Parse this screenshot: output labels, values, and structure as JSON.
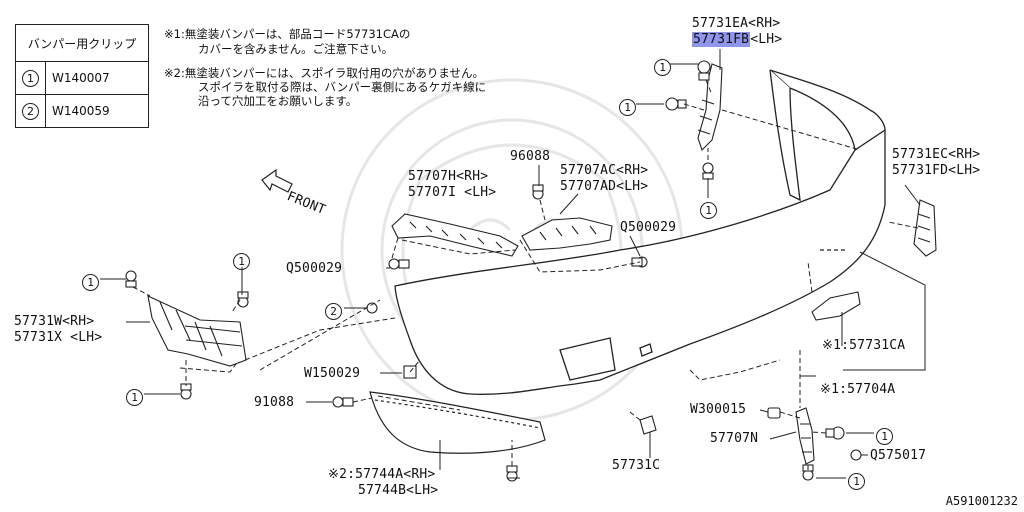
{
  "clip_table": {
    "header": "バンパー用クリップ",
    "rows": [
      {
        "num": "1",
        "code": "W140007"
      },
      {
        "num": "2",
        "code": "W140059"
      }
    ]
  },
  "notes": {
    "n1_line1": "※1:無塗装バンパーは、部品コード57731CAの",
    "n1_line2": "カバーを含みません。ご注意下さい。",
    "n2_line1": "※2:無塗装バンパーには、スポイラ取付用の穴がありません。",
    "n2_line2": "スポイラを取付る際は、バンパー裏側にあるケガキ線に",
    "n2_line3": "沿って穴加工をお願いします。"
  },
  "front_label": "FRONT",
  "callout": "1",
  "callout_2": "2",
  "parts": {
    "p57731EA": "57731EA<RH>",
    "p57731FB": "57731FB",
    "p57731FB_suffix": "<LH>",
    "p57731EC": "57731EC<RH>",
    "p57731FD": "57731FD<LH>",
    "p57707H": "57707H<RH>",
    "p57707I": "57707I <LH>",
    "p96088": "96088",
    "p57707AC": "57707AC<RH>",
    "p57707AD": "57707AD<LH>",
    "pQ500029_right": "Q500029",
    "pQ500029_left": "Q500029",
    "p57731W": "57731W<RH>",
    "p57731X": "57731X <LH>",
    "p57731CA": "※1:57731CA",
    "p57704A": "※1:57704A",
    "pW150029": "W150029",
    "p91088": "91088",
    "pW300015": "W300015",
    "p57707N": "57707N",
    "pQ575017": "Q575017",
    "p57744A": "※2:57744A<RH>",
    "p57744B": "57744B<LH>",
    "p57731C": "57731C"
  },
  "figure_code": "A591001232"
}
